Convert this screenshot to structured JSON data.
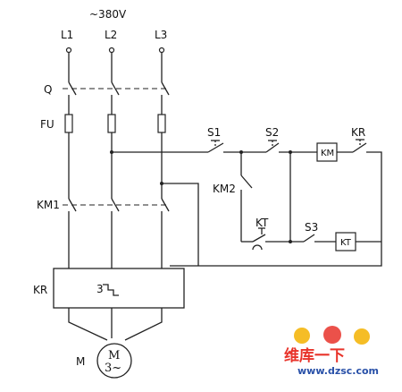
{
  "supply": {
    "voltage": "~380V",
    "phases": [
      "L1",
      "L2",
      "L3"
    ]
  },
  "labels": {
    "q": "Q",
    "fu": "FU",
    "km1": "KM1",
    "kr": "KR",
    "motor_m": "M",
    "s1": "S1",
    "s2": "S2",
    "km2": "KM2",
    "kt": "KT",
    "s3": "S3",
    "coil_km": "KM",
    "coil_kt": "KT",
    "kr_contact": "KR",
    "kr_thermal": "3",
    "motor_top": "M",
    "motor_bottom": "3~"
  },
  "watermark": {
    "cn": "维库一下",
    "url": "www.dzsc.com"
  },
  "colors": {
    "line": "#222222",
    "watermark_red": "#e8332a",
    "watermark_blue": "#2850a8"
  }
}
